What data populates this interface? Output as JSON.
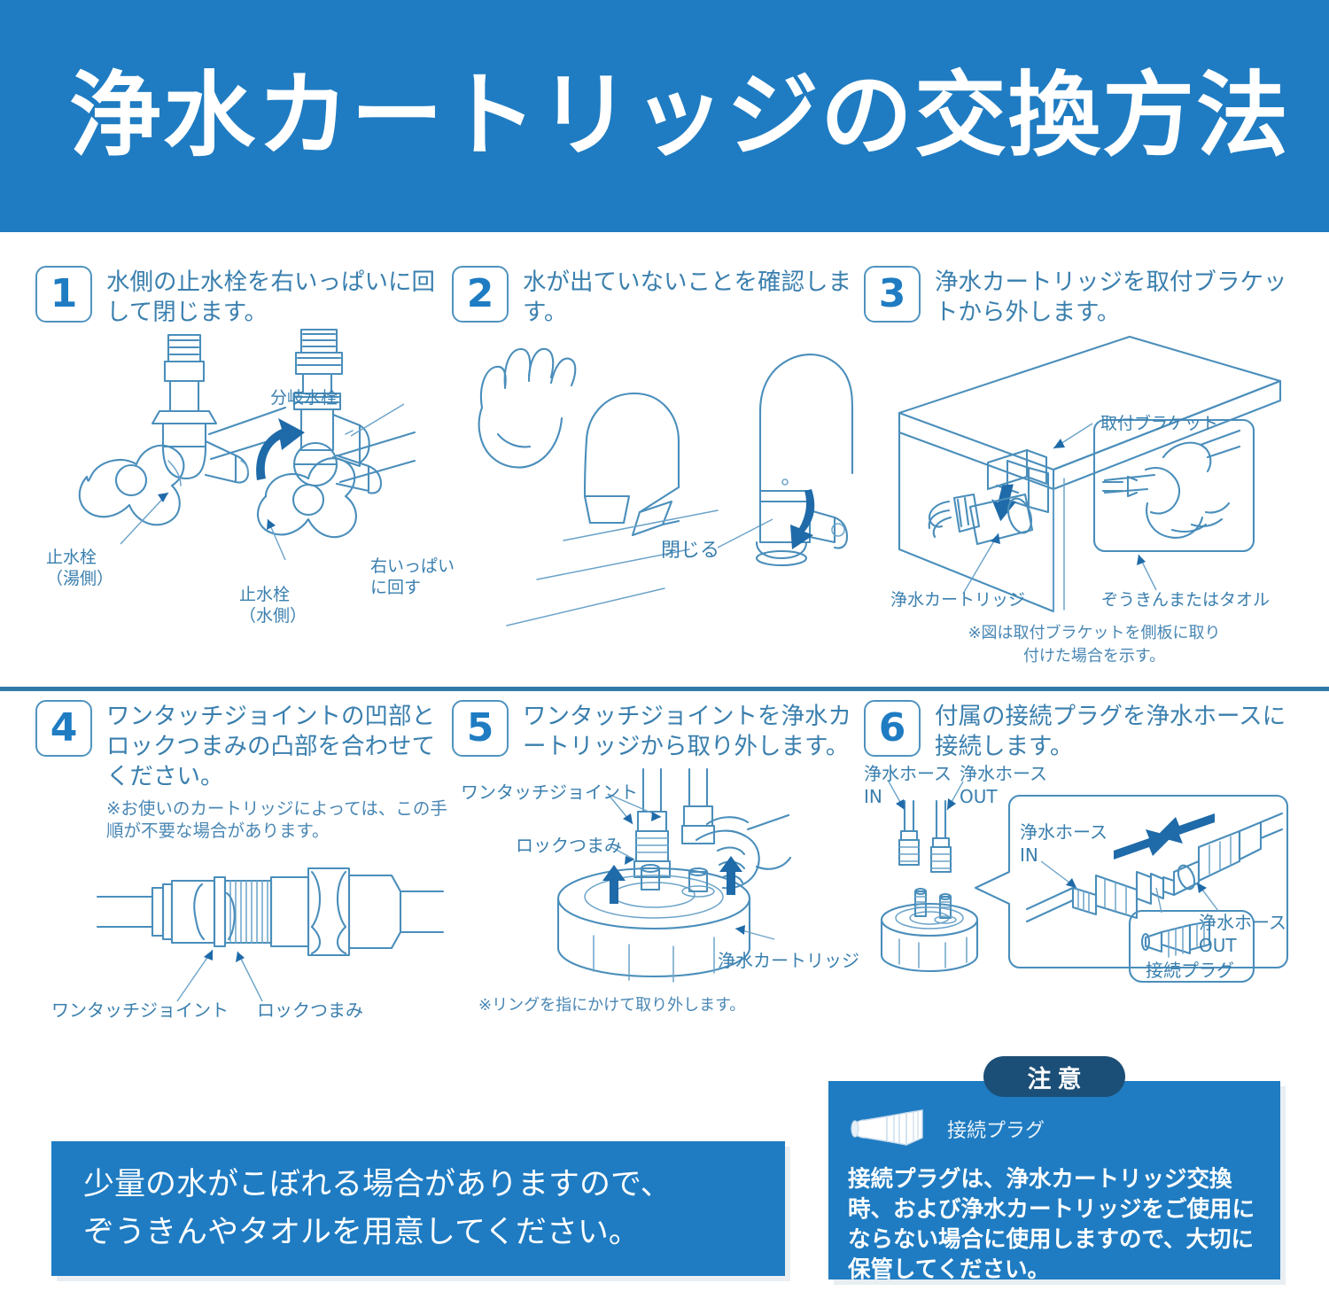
{
  "header": {
    "title": "浄水カートリッジの交換方法"
  },
  "steps": [
    {
      "number": "1",
      "text": "水側の止水栓を右いっぱいに回して閉じます。",
      "labels": {
        "branch_faucet": "分岐水栓",
        "stopcock_hot": "止水栓\n（湯側）",
        "stopcock_cold": "止水栓\n（水側）",
        "turn_right": "右いっぱい\nに回す"
      }
    },
    {
      "number": "2",
      "text": "水が出ていないことを確認します。",
      "labels": {
        "close": "閉じる"
      }
    },
    {
      "number": "3",
      "text": "浄水カートリッジを取付ブラケットから外します。",
      "labels": {
        "bracket": "取付ブラケット",
        "cartridge": "浄水カートリッジ",
        "cloth_or_towel": "ぞうきんまたはタオル"
      },
      "note": "※図は取付ブラケットを側板に取り\n付けた場合を示す。"
    },
    {
      "number": "4",
      "text": "ワンタッチジョイントの凹部とロックつまみの凸部を合わせてください。",
      "subnote": "※お使いのカートリッジによっては、この手順が不要な場合があります。",
      "labels": {
        "one_touch_joint": "ワンタッチジョイント",
        "lock_knob": "ロックつまみ"
      }
    },
    {
      "number": "5",
      "text": "ワンタッチジョイントを浄水カートリッジから取り外します。",
      "labels": {
        "one_touch_joint": "ワンタッチジョイント",
        "lock_knob": "ロックつまみ",
        "cartridge": "浄水カートリッジ"
      },
      "note": "※リングを指にかけて取り外します。"
    },
    {
      "number": "6",
      "text": "付属の接続プラグを浄水ホースに接続します。",
      "labels": {
        "hose_in": "浄水ホース\nIN",
        "hose_out": "浄水ホース\nOUT",
        "hose_in_detail": "浄水ホース\nIN",
        "hose_out_detail": "浄水ホース\nOUT",
        "connection_plug": "接続プラグ"
      }
    }
  ],
  "bottom_note": {
    "line1": "少量の水がこぼれる場合がありますので、",
    "line2": "ぞうきんやタオルを用意してください。"
  },
  "caution": {
    "badge": "注意",
    "plug_label": "接続プラグ",
    "body": "接続プラグは、浄水カートリッジ交換時、および浄水カートリッジをご使用にならない場合に使用しますので、大切に保管してください。"
  },
  "colors": {
    "brand_blue": "#1f7cc2",
    "line_blue": "#4a8ebb",
    "text_blue": "#3a7fae",
    "navy": "#1c4f77",
    "white": "#ffffff"
  }
}
